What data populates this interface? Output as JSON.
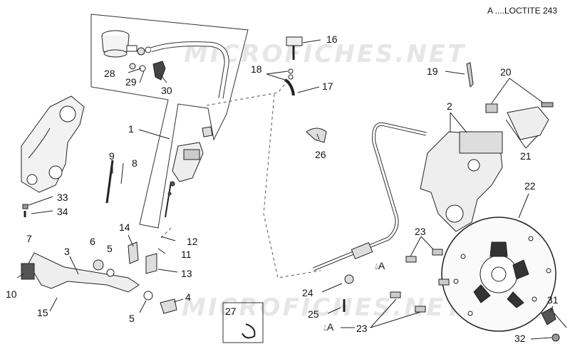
{
  "watermarks": [
    "MICROFICHES.NET",
    "MICROFICHES.NET"
  ],
  "legend": "A ....LOCTITE 243",
  "thread_mark": "A",
  "callouts": {
    "n1": "1",
    "n2": "2",
    "n3": "3",
    "n4": "4",
    "n5a": "5",
    "n5b": "5",
    "n6": "6",
    "n7": "7",
    "n8": "8",
    "n9": "9",
    "n10": "10",
    "n11": "11",
    "n12": "12",
    "n13": "13",
    "n14": "14",
    "n15": "15",
    "n16": "16",
    "n17": "17",
    "n18": "18",
    "n19": "19",
    "n20": "20",
    "n21": "21",
    "n22": "22",
    "n23a": "23",
    "n23b": "23",
    "n24": "24",
    "n25": "25",
    "n26": "26",
    "n27": "27",
    "n28": "28",
    "n29": "29",
    "n30": "30",
    "n31": "31",
    "n32": "32",
    "n33": "33",
    "n34": "34"
  }
}
